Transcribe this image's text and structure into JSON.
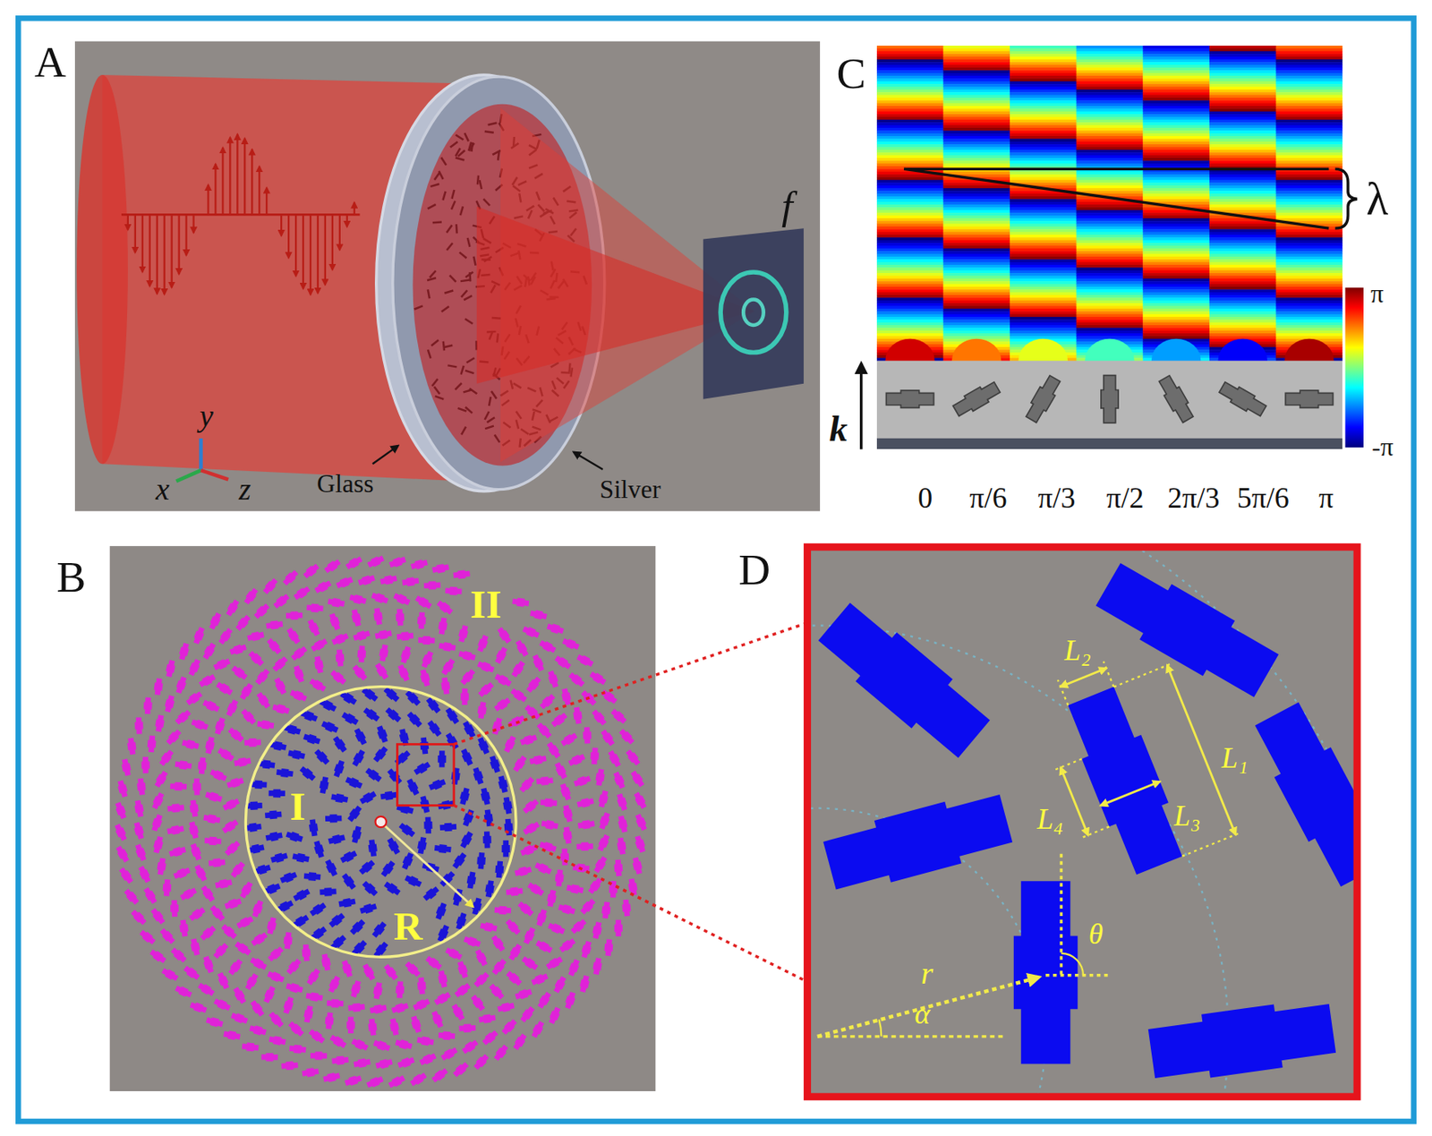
{
  "diagram": {
    "labels": [
      "A",
      "f",
      "y",
      "x",
      "z",
      "Glass",
      "Silver",
      "B",
      "II",
      "I",
      "R",
      "C",
      "π",
      "λ",
      "-π",
      "k",
      "0",
      "π/6",
      "π/3",
      "π/2",
      "2π/3",
      "5π/6",
      "π",
      "D",
      "L₂",
      "L₁",
      "L₃",
      "L₄",
      "θ",
      "r",
      "α"
    ]
  }
}
